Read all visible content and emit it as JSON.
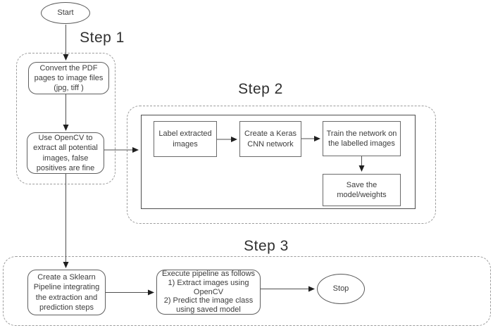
{
  "steps": [
    {
      "label": "Step 1"
    },
    {
      "label": "Step 2"
    },
    {
      "label": "Step 3"
    }
  ],
  "nodes": {
    "start": "Start",
    "convert_pdf": "Convert the PDF\npages to image files\n(jpg, tiff )",
    "use_opencv": "Use OpenCV to\nextract all potential\nimages, false\npositives are fine",
    "label_images": "Label extracted\nimages",
    "create_keras": "Create a Keras\nCNN network",
    "train_network": "Train the network on\nthe labelled images",
    "save_model": "Save the\nmodel/weights",
    "create_pipeline": "Create a Sklearn\nPipeline integrating\nthe extraction and\nprediction steps",
    "execute_pipeline": "Execute pipeline as follows\n1) Extract images using\nOpenCV\n2) Predict the image class\nusing saved model",
    "stop": "Stop"
  },
  "colors": {
    "background": "#ffffff",
    "line": "#4f4f4f",
    "arrowhead": "#1f1f1f",
    "box_border": "#5f5f5f",
    "dashed_border": "#9c9c9c",
    "text": "#3c3c3c"
  }
}
